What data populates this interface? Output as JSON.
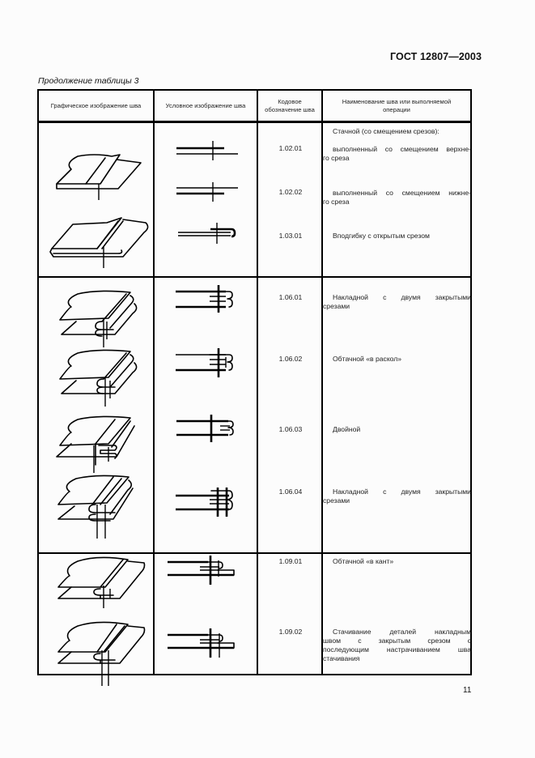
{
  "header": {
    "standard_code": "ГОСТ 12807—2003"
  },
  "caption": "Продолжение таблицы 3",
  "table": {
    "columns": [
      "Графическое изображение шва",
      "Условное изображение шва",
      "Кодовое обозначение шва",
      "Наименование шва или выполняемой операции"
    ],
    "section1": {
      "group_title": "Стачной (со смещением срезов):",
      "rows": [
        {
          "code": "1.02.01",
          "name_first": "выполненный со смещением верхне-",
          "name_rest": "го среза"
        },
        {
          "code": "1.02.02",
          "name_first": "выполненный со смещением нижне-",
          "name_rest": "го среза"
        },
        {
          "code": "1.03.01",
          "name_first": "Вподгибку с открытым срезом",
          "name_rest": ""
        }
      ]
    },
    "section2": {
      "rows": [
        {
          "code": "1.06.01",
          "name_first": "Накладной с двумя закрытыми",
          "name_rest": "срезами"
        },
        {
          "code": "1.06.02",
          "name_first": "Обтачной «в раскол»",
          "name_rest": ""
        },
        {
          "code": "1.06.03",
          "name_first": "Двойной",
          "name_rest": ""
        },
        {
          "code": "1.06.04",
          "name_first": "Накладной с двумя закрытыми",
          "name_rest": "срезами"
        }
      ]
    },
    "section3": {
      "rows": [
        {
          "code": "1.09.01",
          "name_first": "Обтачной «в кант»",
          "name_rest": ""
        },
        {
          "code": "1.09.02",
          "name_first": "Стачивание деталей накладным",
          "name_lines": [
            "швом с закрытым срезом с",
            "последующим настрачиванием шва"
          ],
          "name_rest": "стачивания"
        }
      ]
    }
  },
  "footer": {
    "page_number": "11"
  }
}
